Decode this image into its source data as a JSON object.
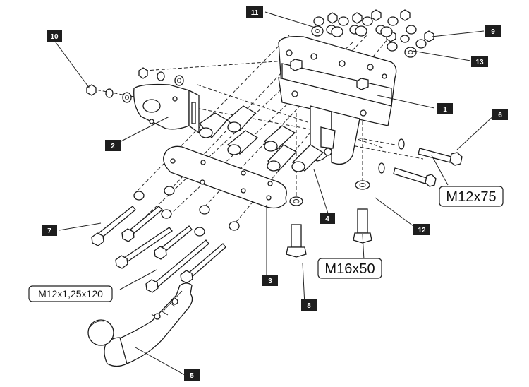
{
  "callouts": {
    "c1": "1",
    "c2": "2",
    "c3": "3",
    "c4": "4",
    "c5": "5",
    "c6": "6",
    "c7": "7",
    "c8": "8",
    "c9": "9",
    "c10": "10",
    "c11": "11",
    "c12": "12",
    "c13": "13"
  },
  "bolt_labels": {
    "m12x75": "M12x75",
    "m16x50": "M16x50",
    "m12x125x120": "M12x1,25x120"
  }
}
